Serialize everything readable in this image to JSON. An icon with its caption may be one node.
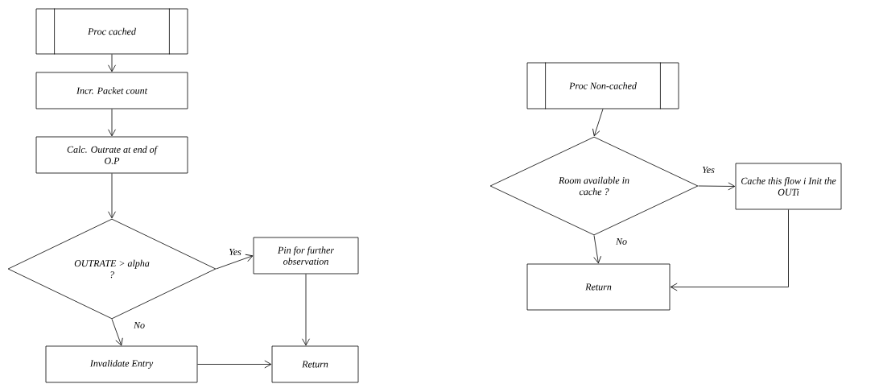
{
  "diagram": {
    "nodes": [
      {
        "text": [
          "Proc cached"
        ]
      },
      {
        "text": [
          "Incr. Packet count"
        ]
      },
      {
        "text": [
          "Calc. Outrate at end of O.P"
        ]
      },
      {
        "text": [
          "OUTRATE > alpha ?"
        ]
      },
      {
        "text": [
          "Pin for further observation"
        ]
      },
      {
        "text": [
          "Invalidate Entry"
        ]
      },
      {
        "text": [
          "Return"
        ]
      },
      {
        "text": [
          "Proc Non-cached"
        ]
      },
      {
        "text": [
          "Room available in cache ?"
        ]
      },
      {
        "text": [
          "Cache this flow i Init the OUTi"
        ]
      },
      {
        "text": [
          "Return"
        ]
      }
    ],
    "edges": [
      {
        "from": 0,
        "to": 1,
        "arrow": "to"
      },
      {
        "from": 1,
        "to": 2,
        "arrow": "to"
      },
      {
        "from": 2,
        "to": 3,
        "arrow": "to"
      },
      {
        "from": 3,
        "to": 4,
        "arrow": "to",
        "label": "Yes"
      },
      {
        "from": 3,
        "to": 5,
        "arrow": "to",
        "label": "No"
      },
      {
        "from": 4,
        "to": 6,
        "arrow": "to"
      },
      {
        "from": 5,
        "to": 6,
        "arrow": "to"
      },
      {
        "from": 7,
        "to": 8,
        "arrow": "to"
      },
      {
        "from": 8,
        "to": 9,
        "arrow": "to",
        "label": "Yes"
      },
      {
        "from": 8,
        "to": 10,
        "arrow": "to",
        "label": "No"
      },
      {
        "from": 9,
        "to": 10,
        "arrow": "to"
      }
    ]
  }
}
